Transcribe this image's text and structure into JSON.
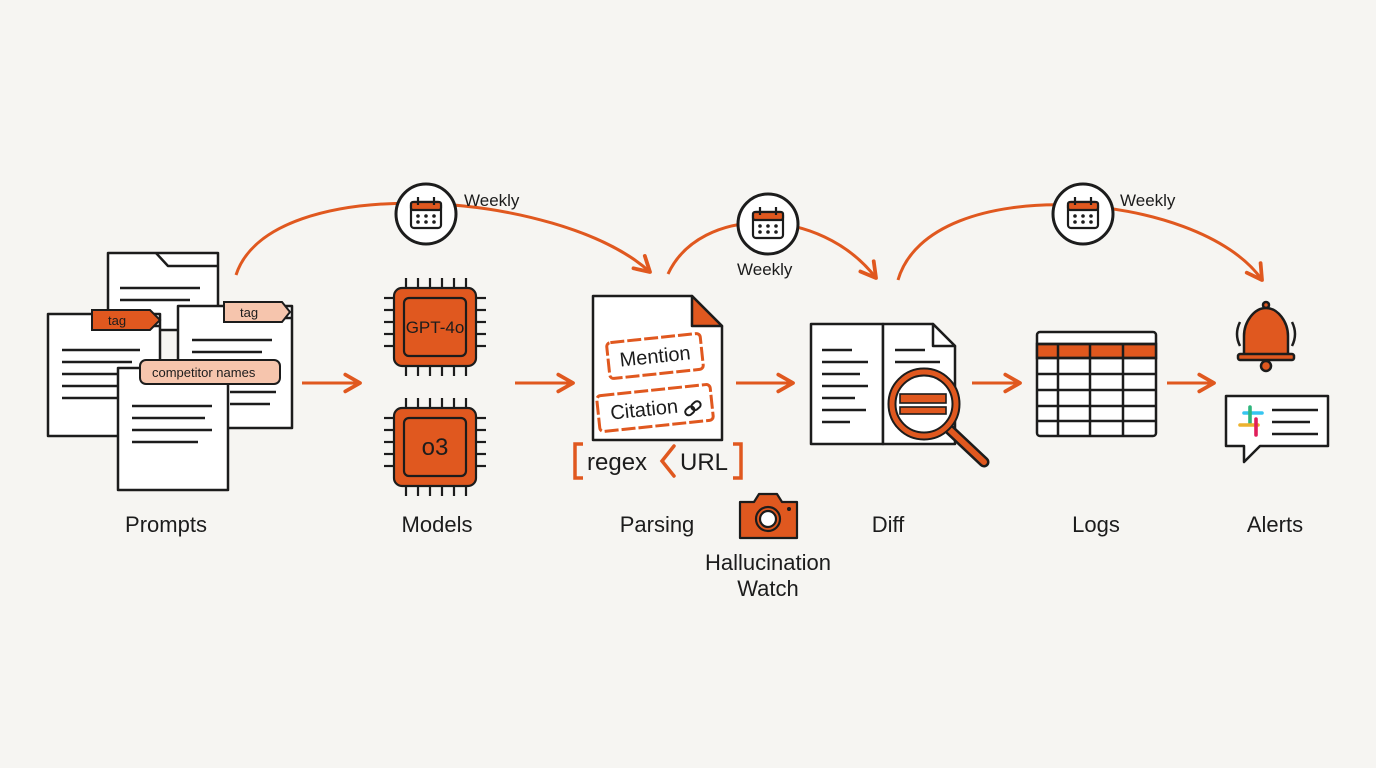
{
  "schedule": {
    "weekly_1": "Weekly",
    "weekly_2": "Weekly",
    "weekly_3": "Weekly"
  },
  "prompts": {
    "label": "Prompts",
    "tag_1": "tag",
    "tag_2": "tag",
    "tag_3": "competitor names"
  },
  "models": {
    "label": "Models",
    "chip_1": "GPT-4o",
    "chip_2": "o3"
  },
  "parsing": {
    "label": "Parsing",
    "stamp_mention": "Mention",
    "stamp_citation": "Citation",
    "regex": "regex",
    "url": "URL"
  },
  "hallucination": {
    "line_1": "Hallucination",
    "line_2": "Watch"
  },
  "diff": {
    "label": "Diff"
  },
  "logs": {
    "label": "Logs"
  },
  "alerts": {
    "label": "Alerts"
  },
  "colors": {
    "accent": "#e0581f",
    "accent_light": "#f6c5ad",
    "ink": "#1c1c1c",
    "background": "#f6f5f2"
  }
}
